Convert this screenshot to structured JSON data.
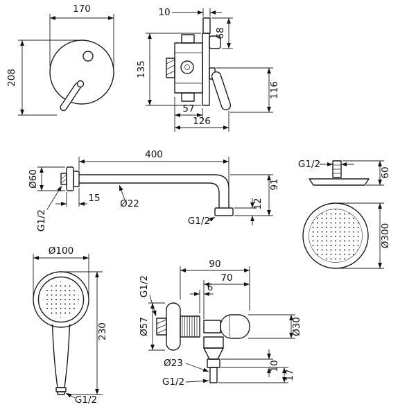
{
  "drawing": {
    "background": "#ffffff",
    "line_color": "#1c1c1c",
    "views": {
      "mixer_front": {
        "width": "170",
        "height": "208"
      },
      "mixer_side": {
        "pipe_width": "10",
        "top_height": "68",
        "plate_height": "135",
        "body_depth": "57",
        "total_depth": "126",
        "handle_height": "116"
      },
      "shower_arm": {
        "length": "400",
        "flange_diameter": "Ø60",
        "flange_depth": "15",
        "pipe_diameter": "Ø22",
        "wall_thread": "G1/2",
        "drop_height": "91",
        "outlet_nut": "12",
        "outlet_thread": "G1/2"
      },
      "head_side": {
        "thread": "G1/2",
        "height": "60"
      },
      "head_front": {
        "diameter": "Ø300"
      },
      "hand_shower": {
        "head_diameter": "Ø100",
        "length": "230",
        "thread": "G1/2"
      },
      "wall_outlet": {
        "total_depth": "90",
        "holder_depth": "70",
        "gap": "6",
        "inlet_thread": "G1/2",
        "flange_diameter": "Ø57",
        "pipe_diameter": "Ø23",
        "outlet_thread": "G1/2",
        "holder_diameter": "Ø30",
        "nut_height": "10",
        "outlet_length": "17"
      }
    }
  }
}
